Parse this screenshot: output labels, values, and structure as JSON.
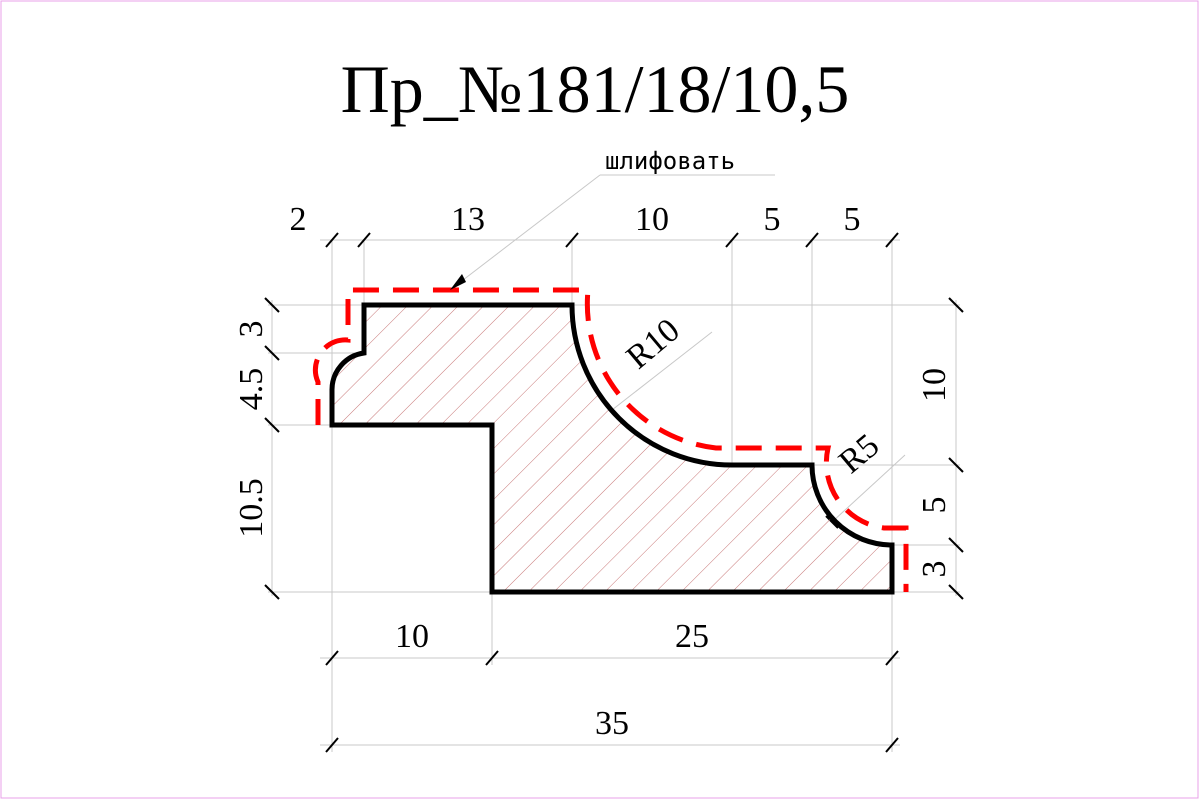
{
  "title": "Пр_№181/18/10,5",
  "note": "шлифовать",
  "top_dims": [
    "2",
    "13",
    "10",
    "5",
    "5"
  ],
  "left_dims": [
    "3",
    "4.5",
    "10.5"
  ],
  "right_dims": [
    "10",
    "5",
    "3"
  ],
  "bottom_dims": [
    "10",
    "25"
  ],
  "overall_width": "35",
  "radii": [
    "R10",
    "R5"
  ],
  "colors": {
    "outline": "#000000",
    "grind_line": "#ff0000",
    "hatch": "#c87878",
    "helper_lines": "#c8c8c8",
    "frame": "#e8a0e8"
  }
}
